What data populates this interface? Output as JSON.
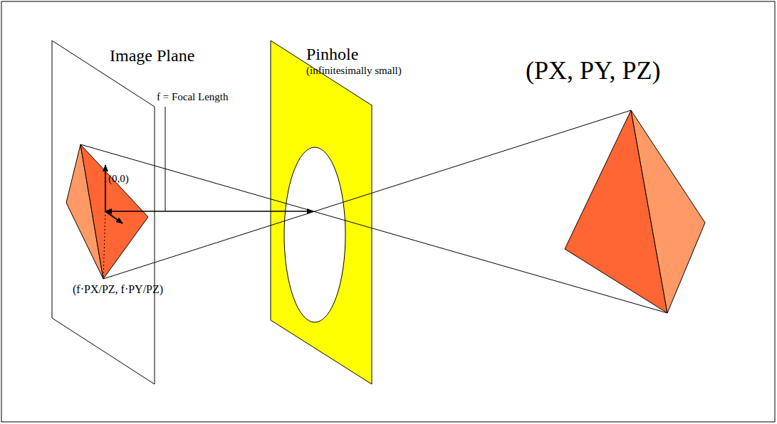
{
  "diagram": {
    "nodes": [
      {
        "text": [
          "Image Plane"
        ]
      },
      {
        "text": [
          "Pinhole",
          "(infinitesimally small)"
        ]
      }
    ],
    "labels": [
      "f = Focal Length",
      "(0,0)",
      "(f·PX/PZ, f·PY/PZ)",
      "(PX, PY, PZ)"
    ]
  }
}
